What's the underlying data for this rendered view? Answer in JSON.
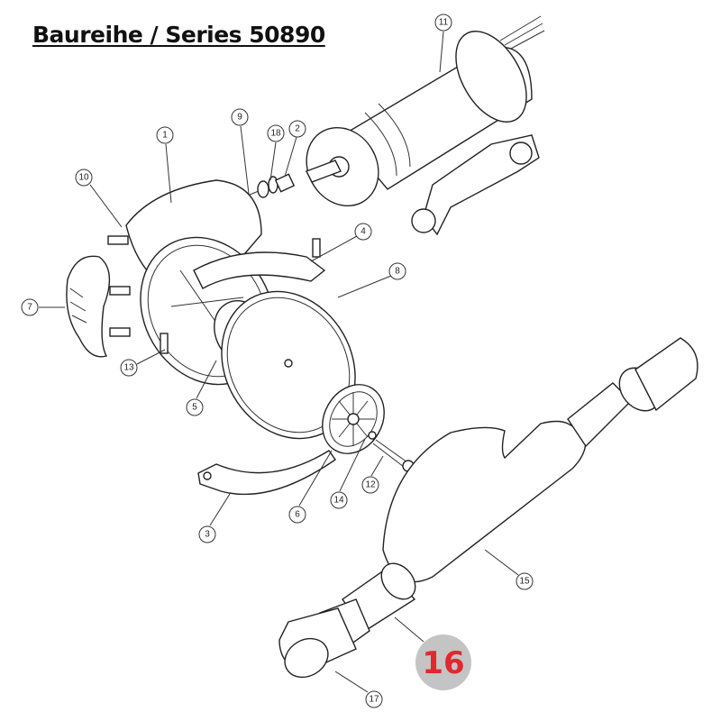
{
  "title": "Baureihe / Series 50890",
  "callouts": {
    "p1": "1",
    "p2": "2",
    "p3": "3",
    "p4": "4",
    "p5": "5",
    "p6": "6",
    "p7": "7",
    "p8": "8",
    "p9": "9",
    "p10": "10",
    "p11": "11",
    "p12": "12",
    "p13": "13",
    "p14": "14",
    "p15": "15",
    "p17": "17",
    "p18": "18"
  },
  "highlight": {
    "label": "16",
    "badge_color": "#c4c4c4",
    "text_color": "#e0282e"
  }
}
